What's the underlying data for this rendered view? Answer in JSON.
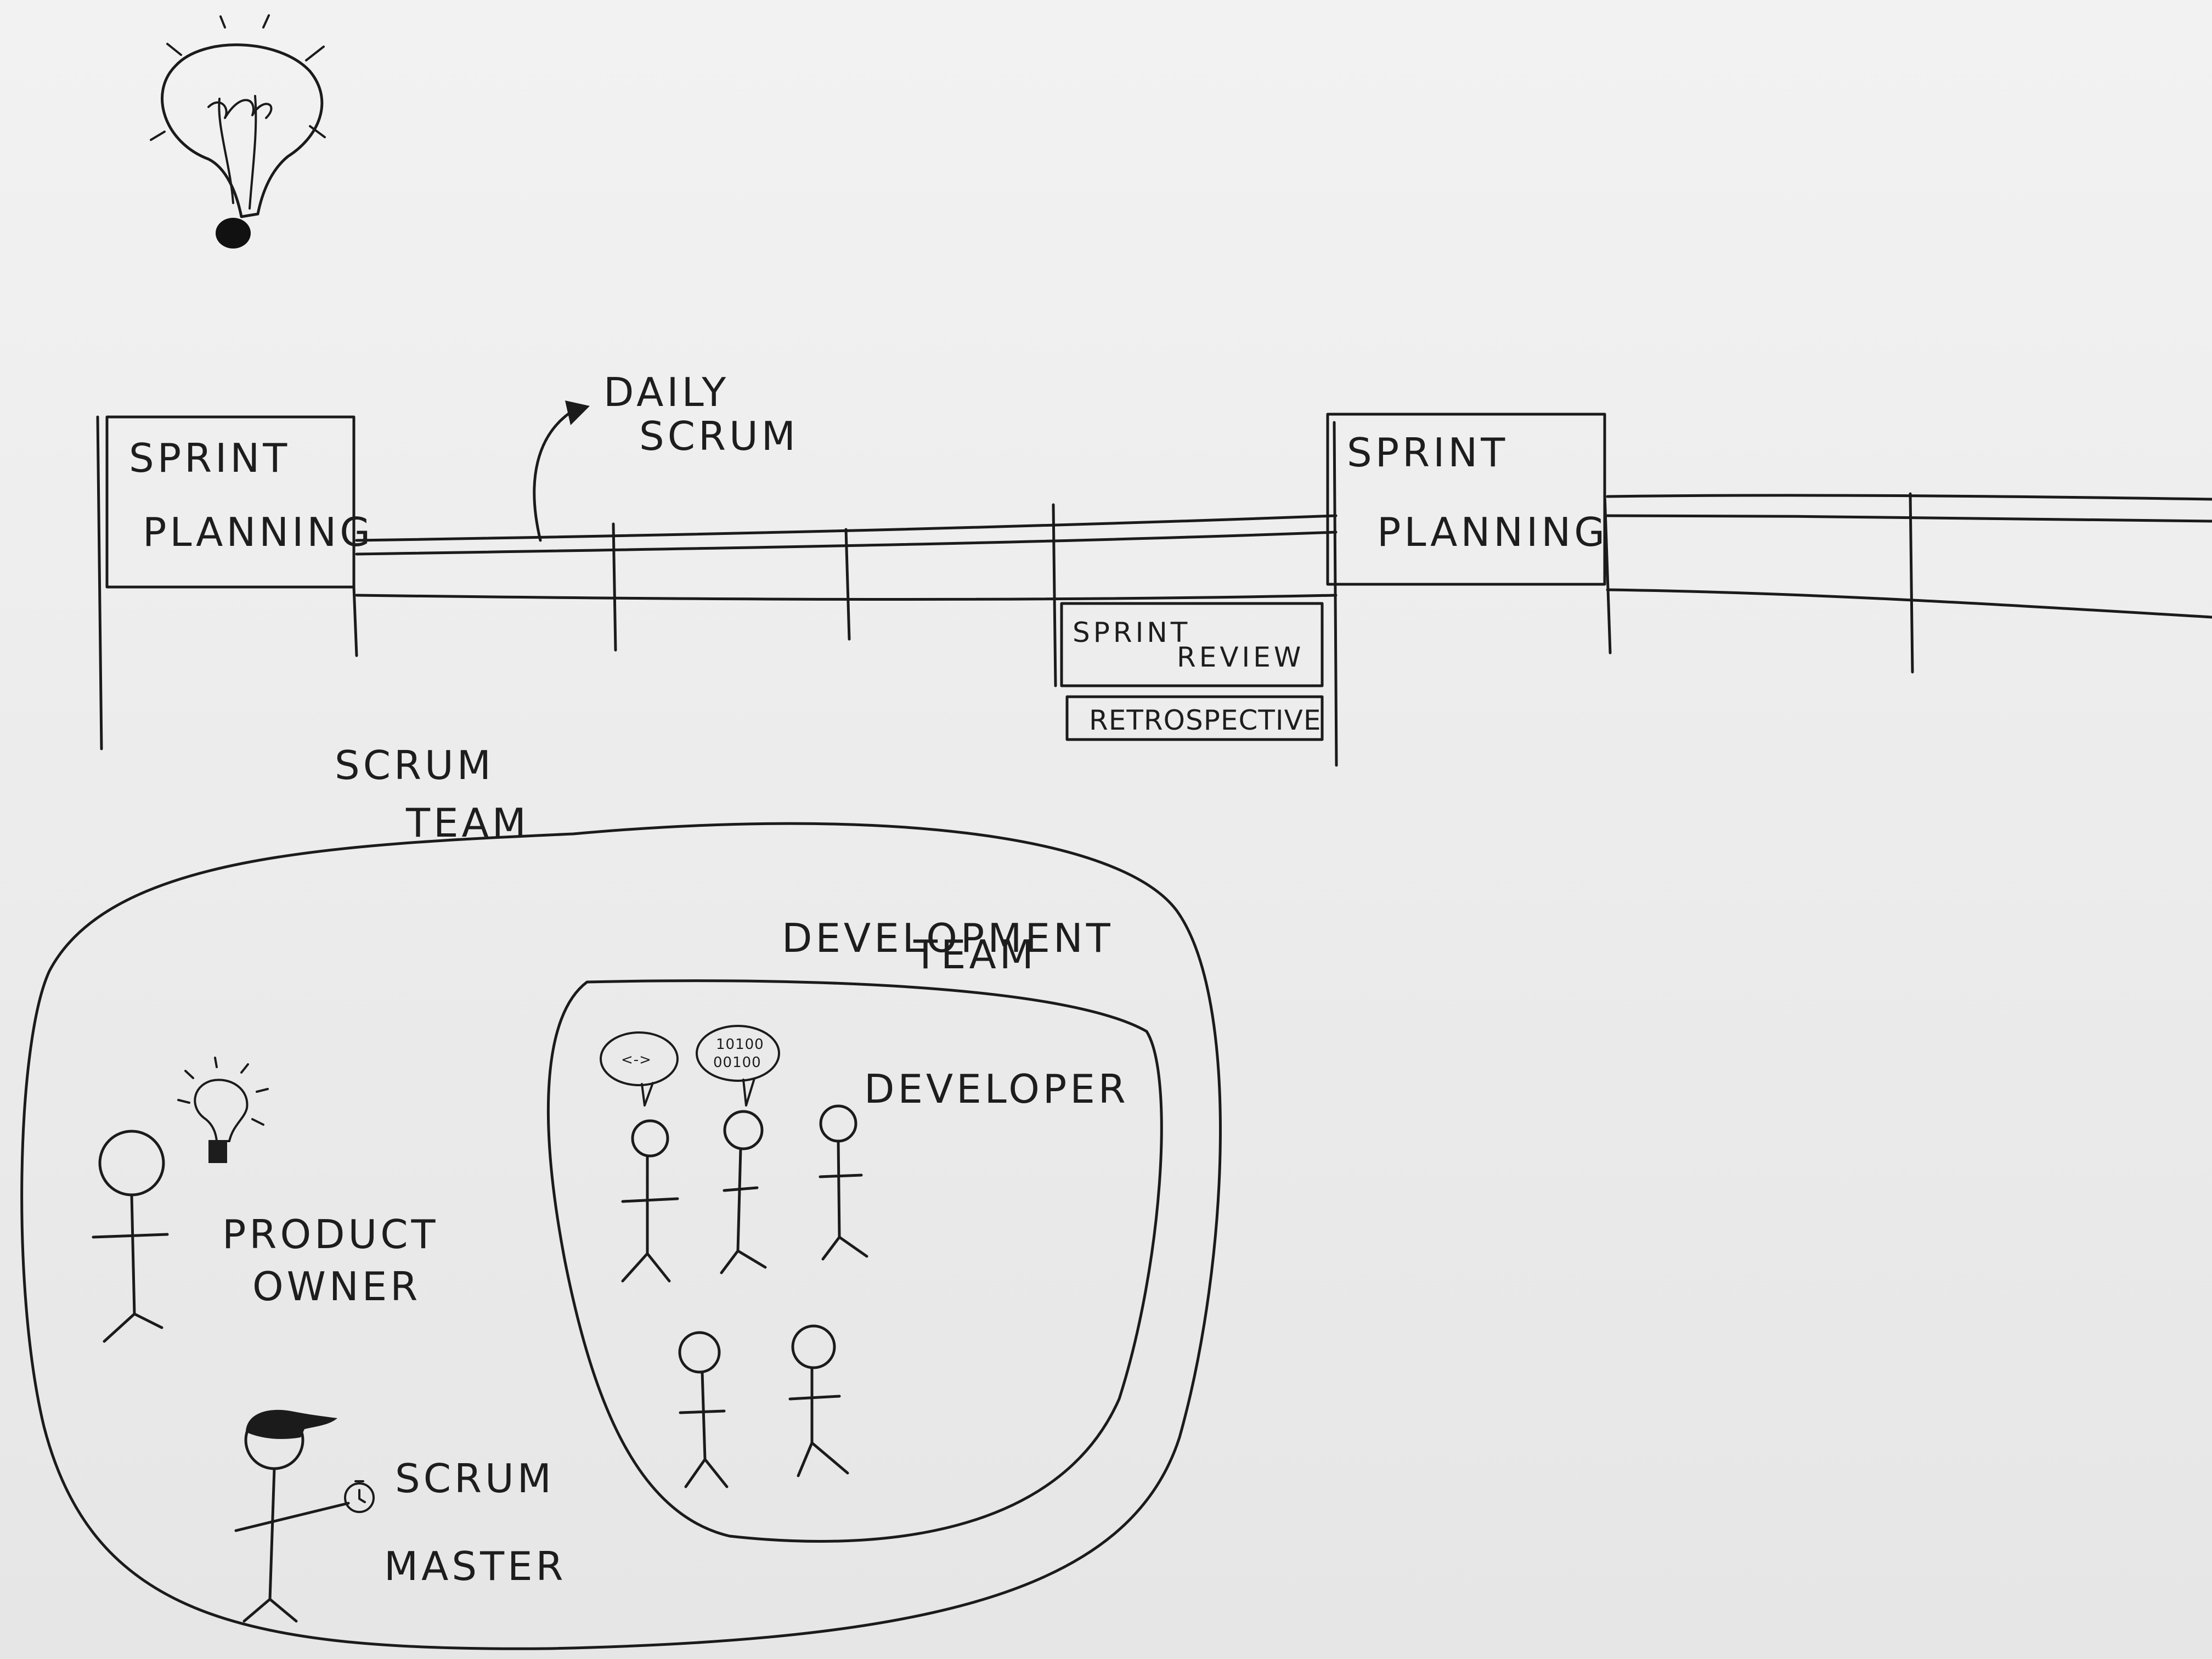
{
  "timeline": {
    "sprint_planning_1": [
      "SPRINT",
      "PLANNING"
    ],
    "daily_scrum": [
      "DAILY",
      "SCRUM"
    ],
    "sprint_review": [
      "SPRINT",
      "REVIEW"
    ],
    "retrospective": "RETROSPECTIVE",
    "sprint_planning_2": [
      "SPRINT",
      "PLANNING"
    ]
  },
  "scrum_team": {
    "label": [
      "SCRUM",
      "TEAM"
    ],
    "product_owner": [
      "PRODUCT",
      "OWNER"
    ],
    "scrum_master": [
      "SCRUM",
      "MASTER"
    ]
  },
  "development_team": {
    "label": [
      "DEVELOPMENT",
      "TEAM"
    ],
    "developer": "DEVELOPER",
    "speech_bubble_code": "<->",
    "speech_bubble_binary": [
      "10100",
      "00100"
    ]
  },
  "icons": [
    "lightbulb-icon",
    "stopwatch-icon",
    "cap-icon",
    "arrow-icon"
  ],
  "colors": {
    "ink": "#1b1b1b",
    "paper": "#ececec"
  }
}
